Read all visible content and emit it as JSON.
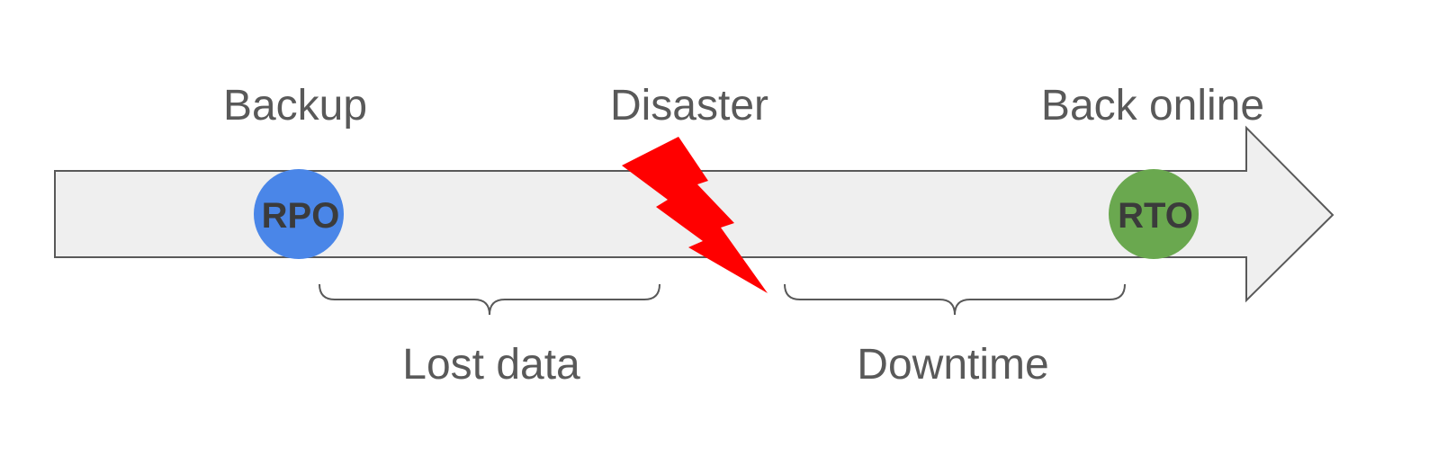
{
  "labels": {
    "backup": "Backup",
    "disaster": "Disaster",
    "back_online": "Back online",
    "lost_data": "Lost data",
    "downtime": "Downtime"
  },
  "badges": {
    "rpo": "RPO",
    "rto": "RTO"
  },
  "colors": {
    "arrow_fill": "#efefef",
    "arrow_stroke": "#595959",
    "rpo": "#4a86e8",
    "rto": "#6aa84f",
    "lightning": "#ff0000",
    "text": "#595959"
  }
}
